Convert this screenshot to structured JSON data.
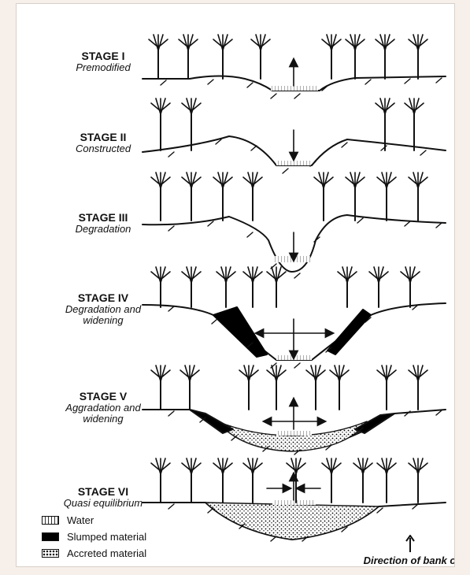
{
  "stages": [
    {
      "title": "STAGE I",
      "subtitle": "Premodified"
    },
    {
      "title": "STAGE II",
      "subtitle": "Constructed"
    },
    {
      "title": "STAGE III",
      "subtitle": "Degradation"
    },
    {
      "title": "STAGE IV",
      "subtitle": "Degradation and widening"
    },
    {
      "title": "STAGE V",
      "subtitle": "Aggradation and widening"
    },
    {
      "title": "STAGE VI",
      "subtitle": "Quasi equilibrium"
    }
  ],
  "legend": {
    "water": "Water",
    "slumped": "Slumped material",
    "accreted": "Accreted material"
  },
  "direction_label": "Direction of bank or bed movement",
  "colors": {
    "ink": "#111111",
    "background": "#f7efe9",
    "panel": "#ffffff"
  }
}
